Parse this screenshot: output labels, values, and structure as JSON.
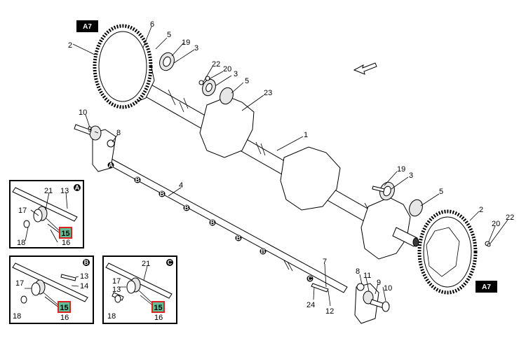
{
  "diagram": {
    "tag_label": "A7",
    "callouts": {
      "n1": "1",
      "n2a": "2",
      "n2b": "2",
      "n3a": "3",
      "n3b": "3",
      "n3c": "3",
      "n4": "4",
      "n5a": "5",
      "n5b": "5",
      "n5c": "5",
      "n6": "6",
      "n7": "7",
      "n8a": "8",
      "n8b": "8",
      "n9a": "9",
      "n9b": "9",
      "n10a": "10",
      "n10b": "10",
      "n11": "11",
      "n12": "12",
      "n19a": "19",
      "n19b": "19",
      "n20a": "20",
      "n20b": "20",
      "n22a": "22",
      "n22b": "22",
      "n23": "23",
      "n24": "24"
    },
    "bearing_badges": {
      "a": "A",
      "b": "B",
      "c": "C"
    },
    "insets": {
      "A": {
        "badge": "A",
        "l21": "21",
        "l13": "13",
        "l17": "17",
        "l18": "18",
        "l15": "15",
        "l16": "16"
      },
      "B": {
        "badge": "B",
        "l13": "13",
        "l14": "14",
        "l17": "17",
        "l18": "18",
        "l15": "15",
        "l16": "16"
      },
      "C": {
        "badge": "C",
        "l21": "21",
        "l17": "17",
        "l13": "13",
        "l18": "18",
        "l15": "15",
        "l16": "16"
      }
    },
    "highlight_color": "#5fbf95",
    "highlight_border": "#dd2222"
  }
}
